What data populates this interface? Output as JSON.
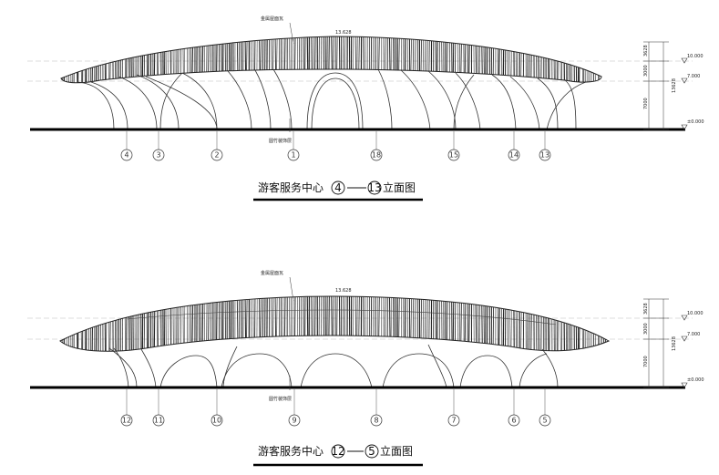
{
  "elevations": [
    {
      "id": "elev1",
      "title_prefix": "游客服务中心",
      "title_from": "4",
      "title_to": "13",
      "title_suffix": "立面图",
      "roof_label": "金属屋面瓦",
      "base_label": "圆竹装饰层",
      "top_mark": "13.628",
      "grid_axes": [
        "4",
        "3",
        "2",
        "1",
        "18",
        "15",
        "14",
        "13"
      ],
      "levels": [
        "10.000",
        "7.000",
        "±0.000"
      ],
      "dims": [
        "3628",
        "3000",
        "7000",
        "13628"
      ]
    },
    {
      "id": "elev2",
      "title_prefix": "游客服务中心",
      "title_from": "12",
      "title_to": "5",
      "title_suffix": "立面图",
      "roof_label": "金属屋面瓦",
      "base_label": "圆竹装饰层",
      "top_mark": "13.628",
      "grid_axes": [
        "12",
        "11",
        "10",
        "9",
        "8",
        "7",
        "6",
        "5"
      ],
      "levels": [
        "10.000",
        "7.000",
        "±0.000"
      ],
      "dims": [
        "3628",
        "3000",
        "7000",
        "13628"
      ]
    }
  ]
}
